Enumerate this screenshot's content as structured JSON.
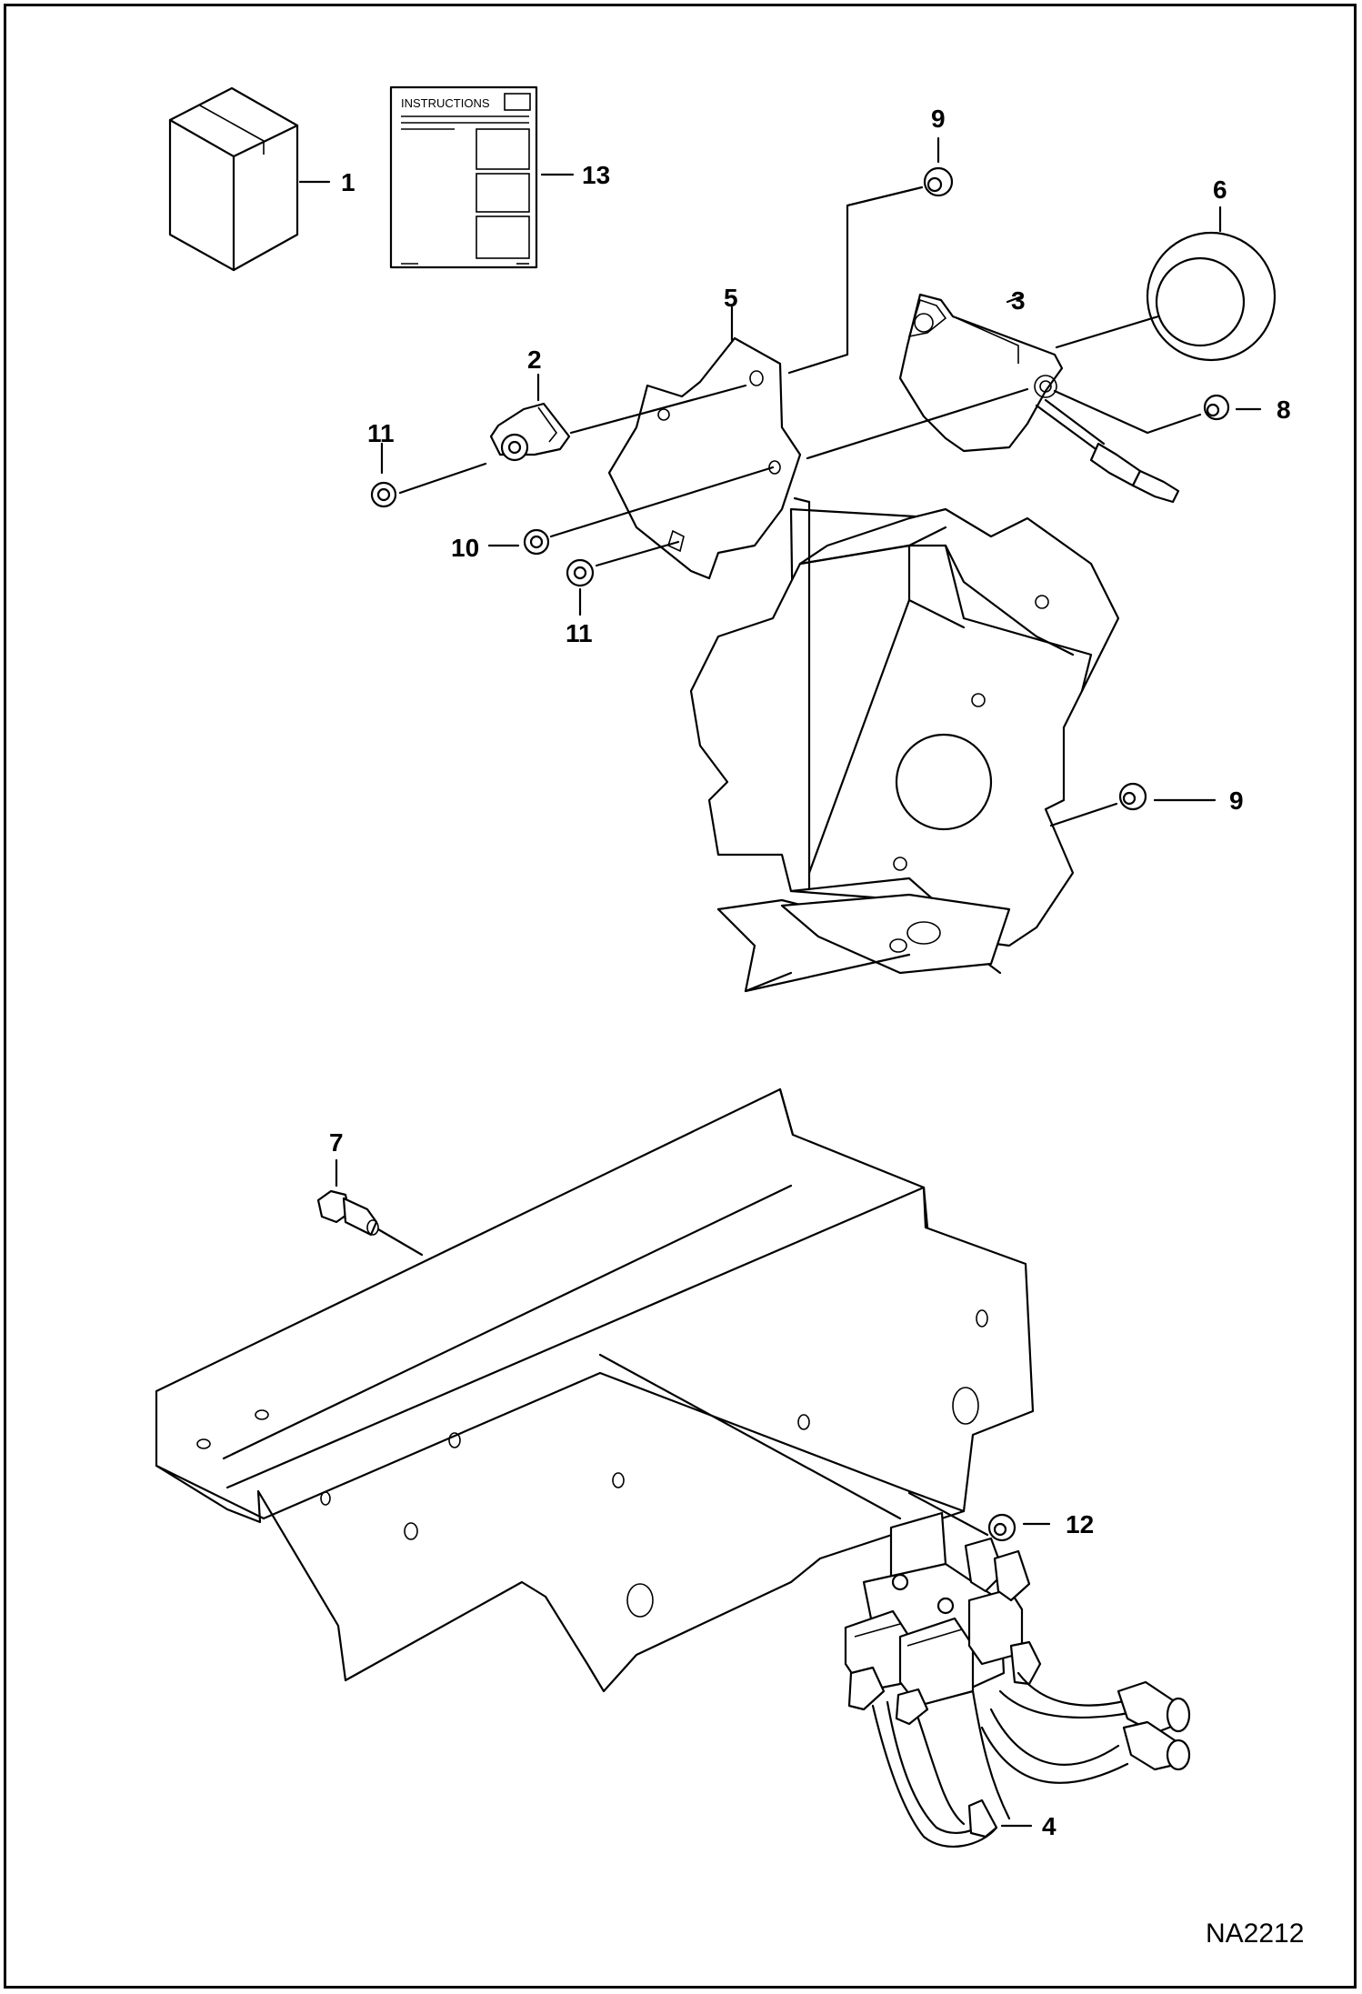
{
  "callouts": [
    "1",
    "2",
    "3",
    "4",
    "5",
    "6",
    "7",
    "8",
    "9",
    "10",
    "11",
    "12",
    "13"
  ],
  "instructions_text": "INSTRUCTIONS",
  "drawing_code": "NA2212"
}
